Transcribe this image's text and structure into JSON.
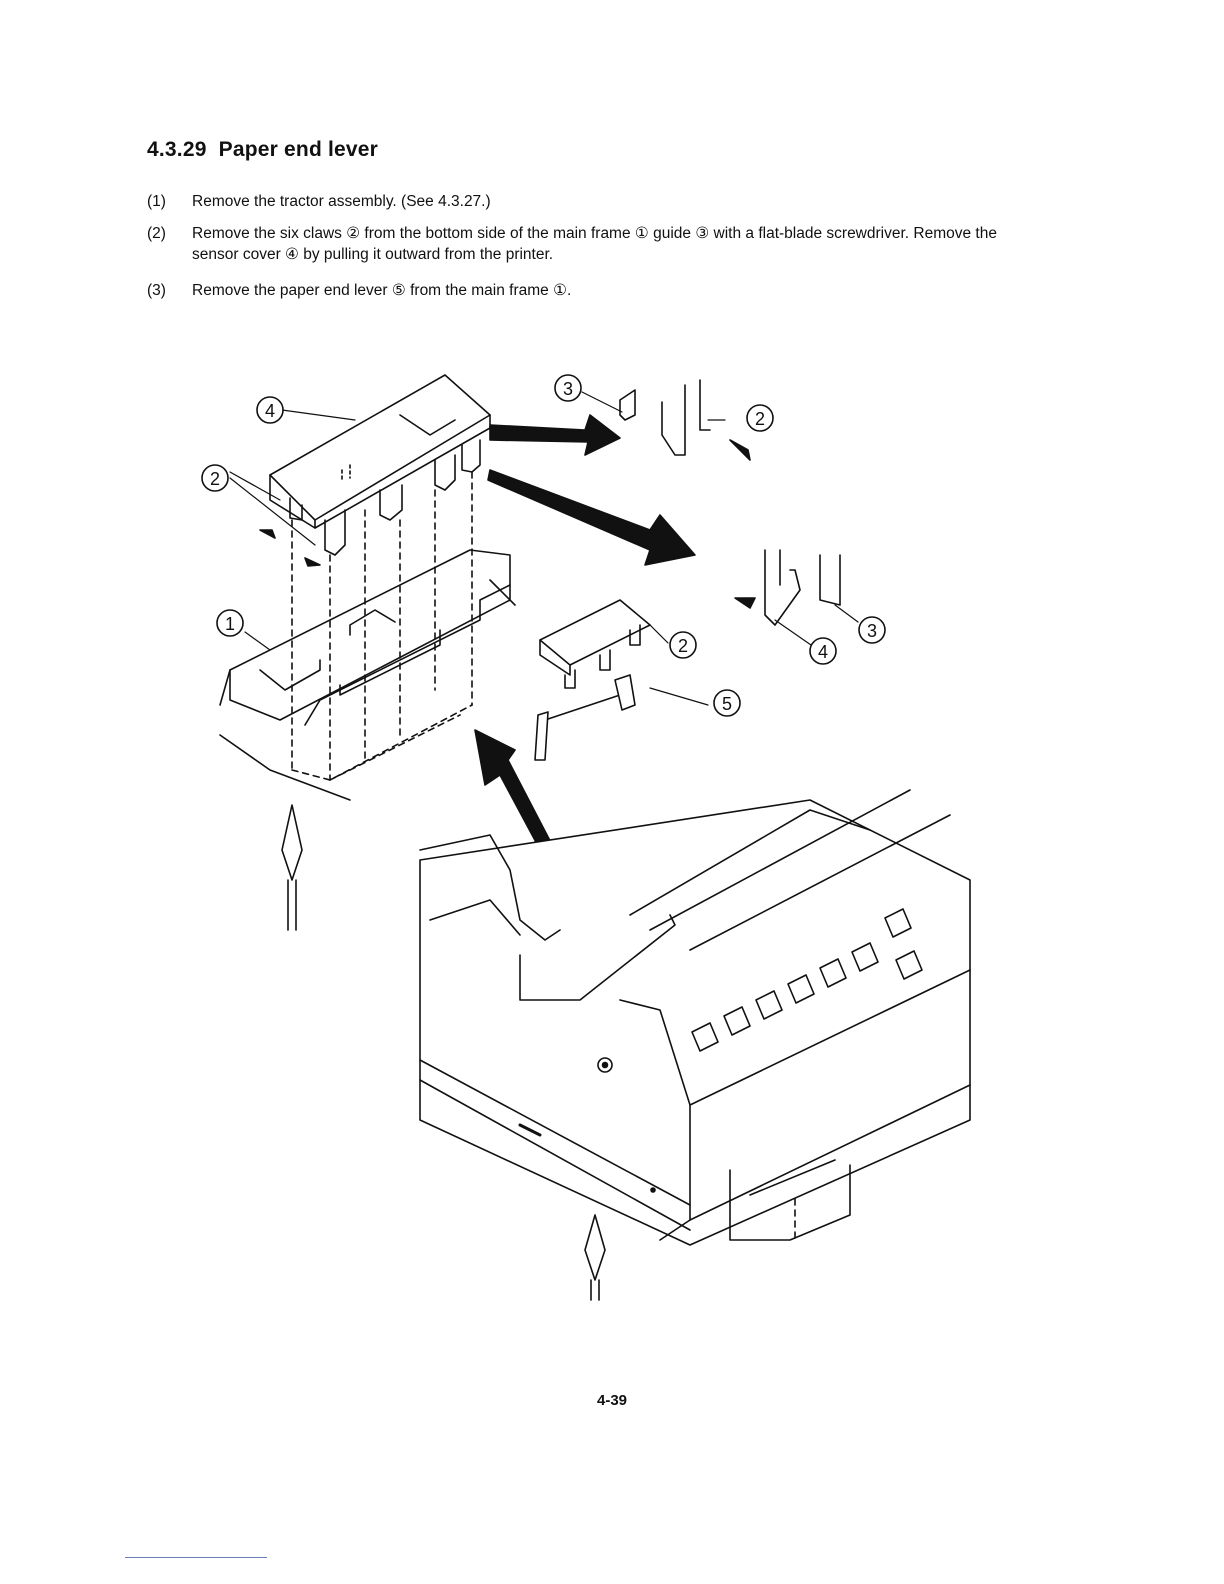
{
  "heading": {
    "number": "4.3.29",
    "title": "Paper end lever"
  },
  "steps": [
    {
      "num": "(1)",
      "text": "Remove the tractor assembly. (See 4.3.27.)"
    },
    {
      "num": "(2)",
      "text": "Remove the six claws ② from the bottom side of the main frame ① guide ③ with a flat-blade screwdriver. Remove the sensor cover ④ by pulling it outward from the printer."
    },
    {
      "num": "(3)",
      "text": "Remove the paper end lever ⑤ from the main frame ①."
    }
  ],
  "figure": {
    "callouts": {
      "c4_top": "4",
      "c2_left": "2",
      "c1": "1",
      "c3_top": "3",
      "c2_topright": "2",
      "c2_center": "2",
      "c5": "5",
      "c4_right": "4",
      "c3_right": "3"
    }
  },
  "page_number": "4-39"
}
